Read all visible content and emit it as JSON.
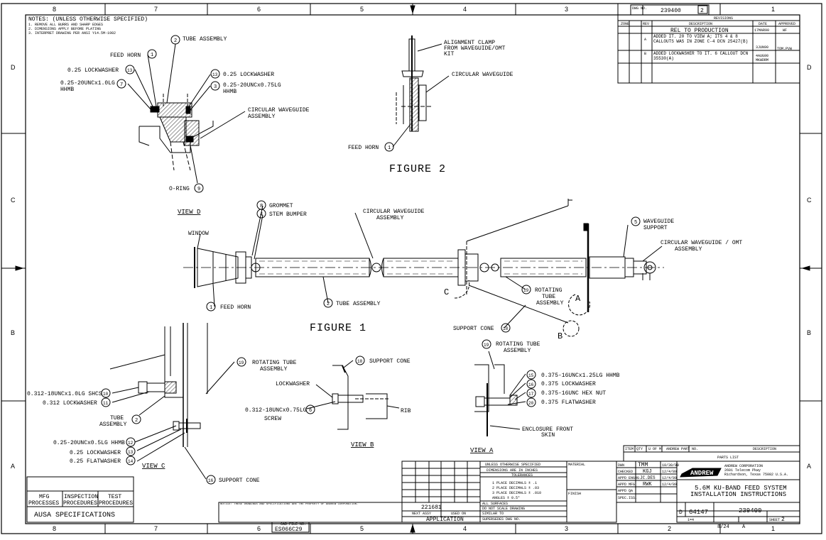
{
  "zones": {
    "top": [
      "8",
      "7",
      "6",
      "5",
      "4",
      "3",
      "2",
      "1"
    ],
    "side": [
      "D",
      "C",
      "B",
      "A"
    ]
  },
  "notes": {
    "title": "NOTES: (UNLESS OTHERWISE SPECIFIED)",
    "items": [
      "1. REMOVE ALL BURRS AND SHARP EDGES",
      "2. DIMENSIONS APPLY BEFORE PLATING",
      "3. INTERPRET DRAWING PER ANSI Y14.5M-1982"
    ]
  },
  "revision": {
    "dwg_no_label": "DWG NO.",
    "dwg_no": "239400",
    "sheet": "2",
    "header": "REVISIONS",
    "cols": [
      "ZONE",
      "REV",
      "DESCRIPTION",
      "DATE",
      "APPROVED"
    ],
    "row1": {
      "description": "REL TO PRODUCTION",
      "date": "17MAR90",
      "approved": "WF"
    },
    "row2": {
      "rev": "A",
      "description": "ADDED IT. 20 TO VIEW A; ITS 4 & 8 CALLOUTS WAS IN ZONE C-4 DCN 25427(B)",
      "date": "3JUN90",
      "approved": "TOM.PVW"
    },
    "row3": {
      "rev": "B",
      "description": "ADDED LOCKWASHER TO IT. 6 CALLOUT DCN 35530(A)",
      "date": "4AUG90",
      "approved": "MKWDRM"
    }
  },
  "figure2": {
    "title": "FIGURE 2",
    "alignment_clamp": "ALIGNMENT CLAMP",
    "alignment_clamp2": "FROM WAVEGUIDE/OMT",
    "alignment_clamp3": "KIT",
    "circular_waveguide": "CIRCULAR WAVEGUIDE",
    "feed_horn": "FEED HORN"
  },
  "viewD": {
    "title": "VIEW D",
    "tube_assembly": "TUBE ASSEMBLY",
    "feed_horn": "FEED HORN",
    "lockwasher": "0.25 LOCKWASHER",
    "bolt": "0.25-20UNCx1.0LG",
    "bolt2": "HHMB",
    "lockwasher_r": "0.25 LOCKWASHER",
    "bolt_r": "0.25-20UNCx0.75LG",
    "bolt_r2": "HHMB",
    "circ_wg": "CIRCULAR WAVEGUIDE",
    "circ_wg2": "ASSEMBLY",
    "oring": "O-RING"
  },
  "figure1": {
    "title": "FIGURE 1",
    "grommet": "GROMMET",
    "stem_bumper": "STEM BUMPER",
    "window": "WINDOW",
    "circ_wg": "CIRCULAR WAVEGUIDE",
    "circ_wg2": "ASSEMBLY",
    "waveguide_support": "WAVEGUIDE",
    "waveguide_support2": "SUPPORT",
    "omt": "CIRCULAR WAVEGUIDE / OMT",
    "omt2": "ASSEMBLY",
    "feed_horn": "FEED HORN",
    "tube_assembly": "TUBE ASSEMBLY",
    "rotating": "ROTATING",
    "rotating2": "TUBE",
    "rotating3": "ASSEMBLY",
    "support_cone": "SUPPORT CONE",
    "view_c_mark": "C",
    "view_a_mark": "A",
    "view_b_mark": "B"
  },
  "viewC": {
    "title": "VIEW C",
    "rotating": "ROTATING TUBE",
    "rotating2": "ASSEMBLY",
    "shcs": "0.312-18UNCx1.0LG SHCS",
    "lockwasher": "0.312 LOCKWASHER",
    "tube": "TUBE",
    "tube2": "ASSEMBLY",
    "hhmb": "0.25-20UNCx0.5LG HHMB",
    "lockwasher2": "0.25 LOCKWASHER",
    "flatwasher": "0.25 FLATWASHER",
    "support_cone": "SUPPORT CONE"
  },
  "viewB": {
    "title": "VIEW B",
    "support_cone": "SUPPORT CONE",
    "lockwasher": "LOCKWASHER",
    "screw": "0.312-18UNCx0.75LG",
    "screw2": "SCREW",
    "rib": "RIB"
  },
  "viewA": {
    "title": "VIEW A",
    "rotating": "ROTATING TUBE",
    "rotating2": "ASSEMBLY",
    "hhmb": "0.375-16UNCx1.25LG HHMB",
    "lockwasher": "0.375 LOCKWASHER",
    "hexnut": "0.375-16UNC HEX NUT",
    "flatwasher": "0.375 FLATWASHER",
    "enclosure": "ENCLOSURE FRONT",
    "enclosure2": "SKIN"
  },
  "bubbles": {
    "n1": "1",
    "n2": "2",
    "n3": "3",
    "n4": "4",
    "n5": "5",
    "n6": "6",
    "n7": "7",
    "n8": "8",
    "n9": "9",
    "n10": "10",
    "n11": "11",
    "n12": "12",
    "n13": "13",
    "n14": "14",
    "n15": "15",
    "n16": "16",
    "n17": "17",
    "n18": "18",
    "n19": "19",
    "n20": "20"
  },
  "left_block": {
    "mfg": "MFG",
    "mfg2": "PROCESSES",
    "inspection": "INSPECTION",
    "inspection2": "PROCEDURES",
    "test": "TEST",
    "test2": "PROCEDURES",
    "ausa": "AUSA SPECIFICATIONS"
  },
  "bottom_notes": {
    "notice": "NOTICE: THESE DRAWINGS AND SPECIFICATIONS ARE THE PROPERTY OF ANDREW CORPORATION.",
    "cad_label": "CAD FILE NO.",
    "cad": "ES066C29"
  },
  "application": {
    "number": "221681",
    "next_assy": "NEXT ASSY",
    "used_on": "USED ON",
    "label": "APPLICATION"
  },
  "tolerances": {
    "hdr1": "UNLESS OTHERWISE SPECIFIED",
    "hdr2": "DIMENSIONS ARE IN INCHES",
    "title": "TOLERANCES",
    "t1": "1 PLACE DECIMALS ± .1",
    "t2": "2 PLACE DECIMALS ± .03",
    "t3": "3 PLACE DECIMALS ± .010",
    "t4": "ANGLES ± 0.5°",
    "s1": "ALL SURFACES",
    "s2": "DO NOT SCALE DRAWING",
    "s3": "SIMILAR TO",
    "s4": "SUPERSEDES DWG NO."
  },
  "material": {
    "label": "MATERIAL",
    "finish": "FINISH"
  },
  "signatures": {
    "rows": [
      {
        "role": "DWN",
        "name": "TMM",
        "date": "10/30/89"
      },
      {
        "role": "CHECKED",
        "name": "KGJ",
        "date": "12/4/89"
      },
      {
        "role": "APPD ENGRG",
        "name": "JC.DES",
        "date": "12/4/89"
      },
      {
        "role": "APPD MFG",
        "name": "RWK",
        "date": "12/4/89"
      },
      {
        "role": "APPD QA",
        "name": "",
        "date": ""
      },
      {
        "role": "SPEC.ISS.",
        "name": "",
        "date": ""
      }
    ]
  },
  "company": {
    "logo": "ANDREW",
    "name": "ANDREW CORPORATION",
    "addr1": "2601 Telecom Pkwy",
    "addr2": "Richardson, Texas  75082  U.S.A."
  },
  "title_block": {
    "title1": "5.6M KU-BAND FEED SYSTEM",
    "title2": "INSTALLATION INSTRUCTIONS",
    "size": "D",
    "fscm": "64147",
    "dwg_no": "239400",
    "scale": "1=4",
    "sheet_lbl": "SHEET",
    "sheet": "2",
    "weight": "8/24",
    "rev": "A"
  },
  "parts_list": {
    "title": "PARTS LIST",
    "cols": [
      "ITEM",
      "QTY",
      "U OF M",
      "ANDREW PART NO.",
      "DESCRIPTION"
    ]
  }
}
